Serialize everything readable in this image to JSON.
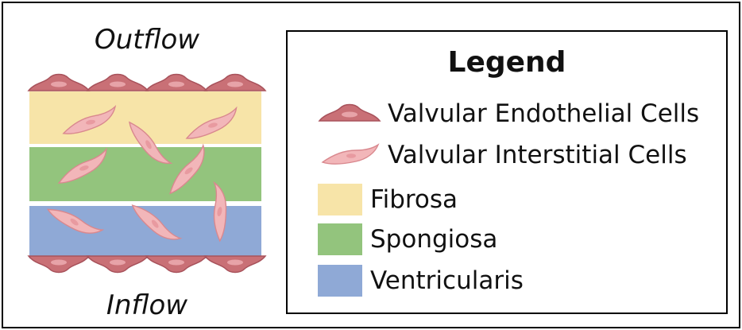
{
  "diagram": {
    "top_label": "Outflow",
    "bottom_label": "Inflow"
  },
  "legend": {
    "title": "Legend",
    "items": [
      {
        "label": "Valvular Endothelial Cells",
        "icon": "endothelial-cell-icon",
        "color": "#c97076"
      },
      {
        "label": "Valvular Interstitial Cells",
        "icon": "interstitial-cell-icon",
        "color": "#f2b6b9"
      },
      {
        "label": "Fibrosa",
        "icon": "fibrosa-swatch",
        "color": "#f7e4a8"
      },
      {
        "label": "Spongiosa",
        "icon": "spongiosa-swatch",
        "color": "#93c47d"
      },
      {
        "label": "Ventricularis",
        "icon": "ventricularis-swatch",
        "color": "#8fa9d6"
      }
    ]
  }
}
